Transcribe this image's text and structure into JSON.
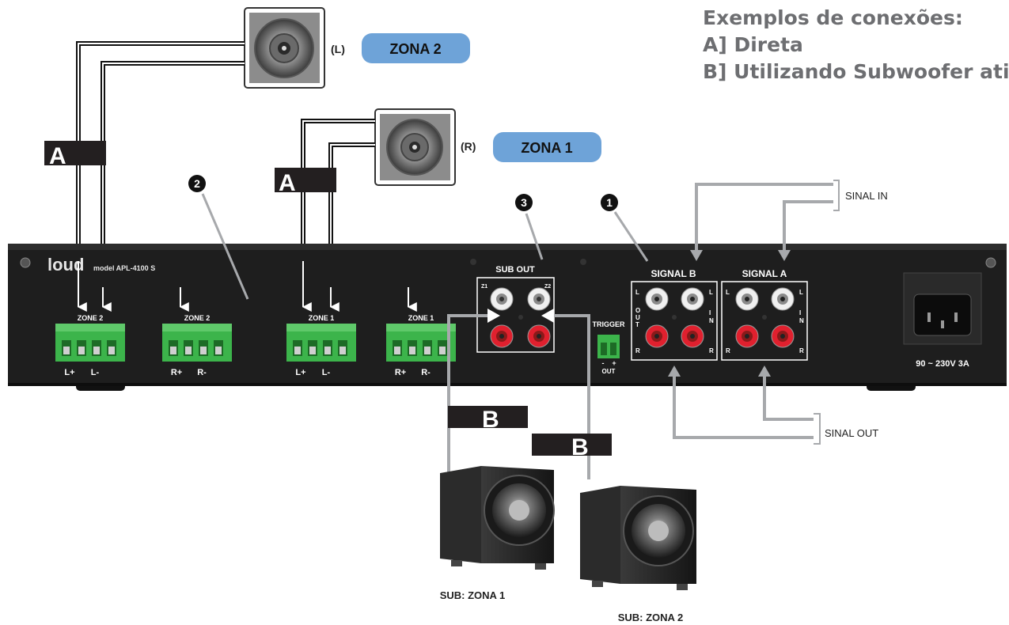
{
  "legend": {
    "title": "Exemplos de conexões:",
    "item_a": "A] Direta",
    "item_b": "B] Utilizando Subwoofer ativo"
  },
  "speakers": {
    "left_label": "(L)",
    "right_label": "(R)"
  },
  "zones": {
    "zone2": "ZONA 2",
    "zone1": "ZONA 1"
  },
  "markers": {
    "direct": "A",
    "sub": "B",
    "num_2": "2",
    "num_3": "3",
    "num_1": "1"
  },
  "amplifier": {
    "brand": "loud",
    "model": "model APL-4100 S",
    "power": "90 ~ 230V 3A",
    "sub_out": "SUB OUT",
    "z1": "Z1",
    "z2": "Z2",
    "trigger": "TRIGGER",
    "trigger_out": "OUT",
    "trigger_minus": "-",
    "trigger_plus": "+",
    "signal_b": "SIGNAL B",
    "signal_a": "SIGNAL A",
    "lr_l": "L",
    "lr_r": "R",
    "out_letters": [
      "O",
      "U",
      "T"
    ],
    "in_letters": [
      "I",
      "N"
    ],
    "terminals": [
      {
        "label": "ZONE 2",
        "plus": "L+",
        "minus": "L-"
      },
      {
        "label": "ZONE 2",
        "plus": "R+",
        "minus": "R-"
      },
      {
        "label": "ZONE 1",
        "plus": "L+",
        "minus": "L-"
      },
      {
        "label": "ZONE 1",
        "plus": "R+",
        "minus": "R-"
      }
    ]
  },
  "signals": {
    "sinal_in": "SINAL IN",
    "sinal_out": "SINAL OUT"
  },
  "subwoofers": {
    "sub1": "SUB: ZONA 1",
    "sub2": "SUB: ZONA 2"
  },
  "colors": {
    "amp_body": "#1e1e1e",
    "terminal_green": "#3cb44b",
    "zone_pill": "#6ea3d8",
    "cable_gray": "#a7a9ac",
    "rca_red": "#e0202e",
    "legend_text": "#6d6e71"
  }
}
